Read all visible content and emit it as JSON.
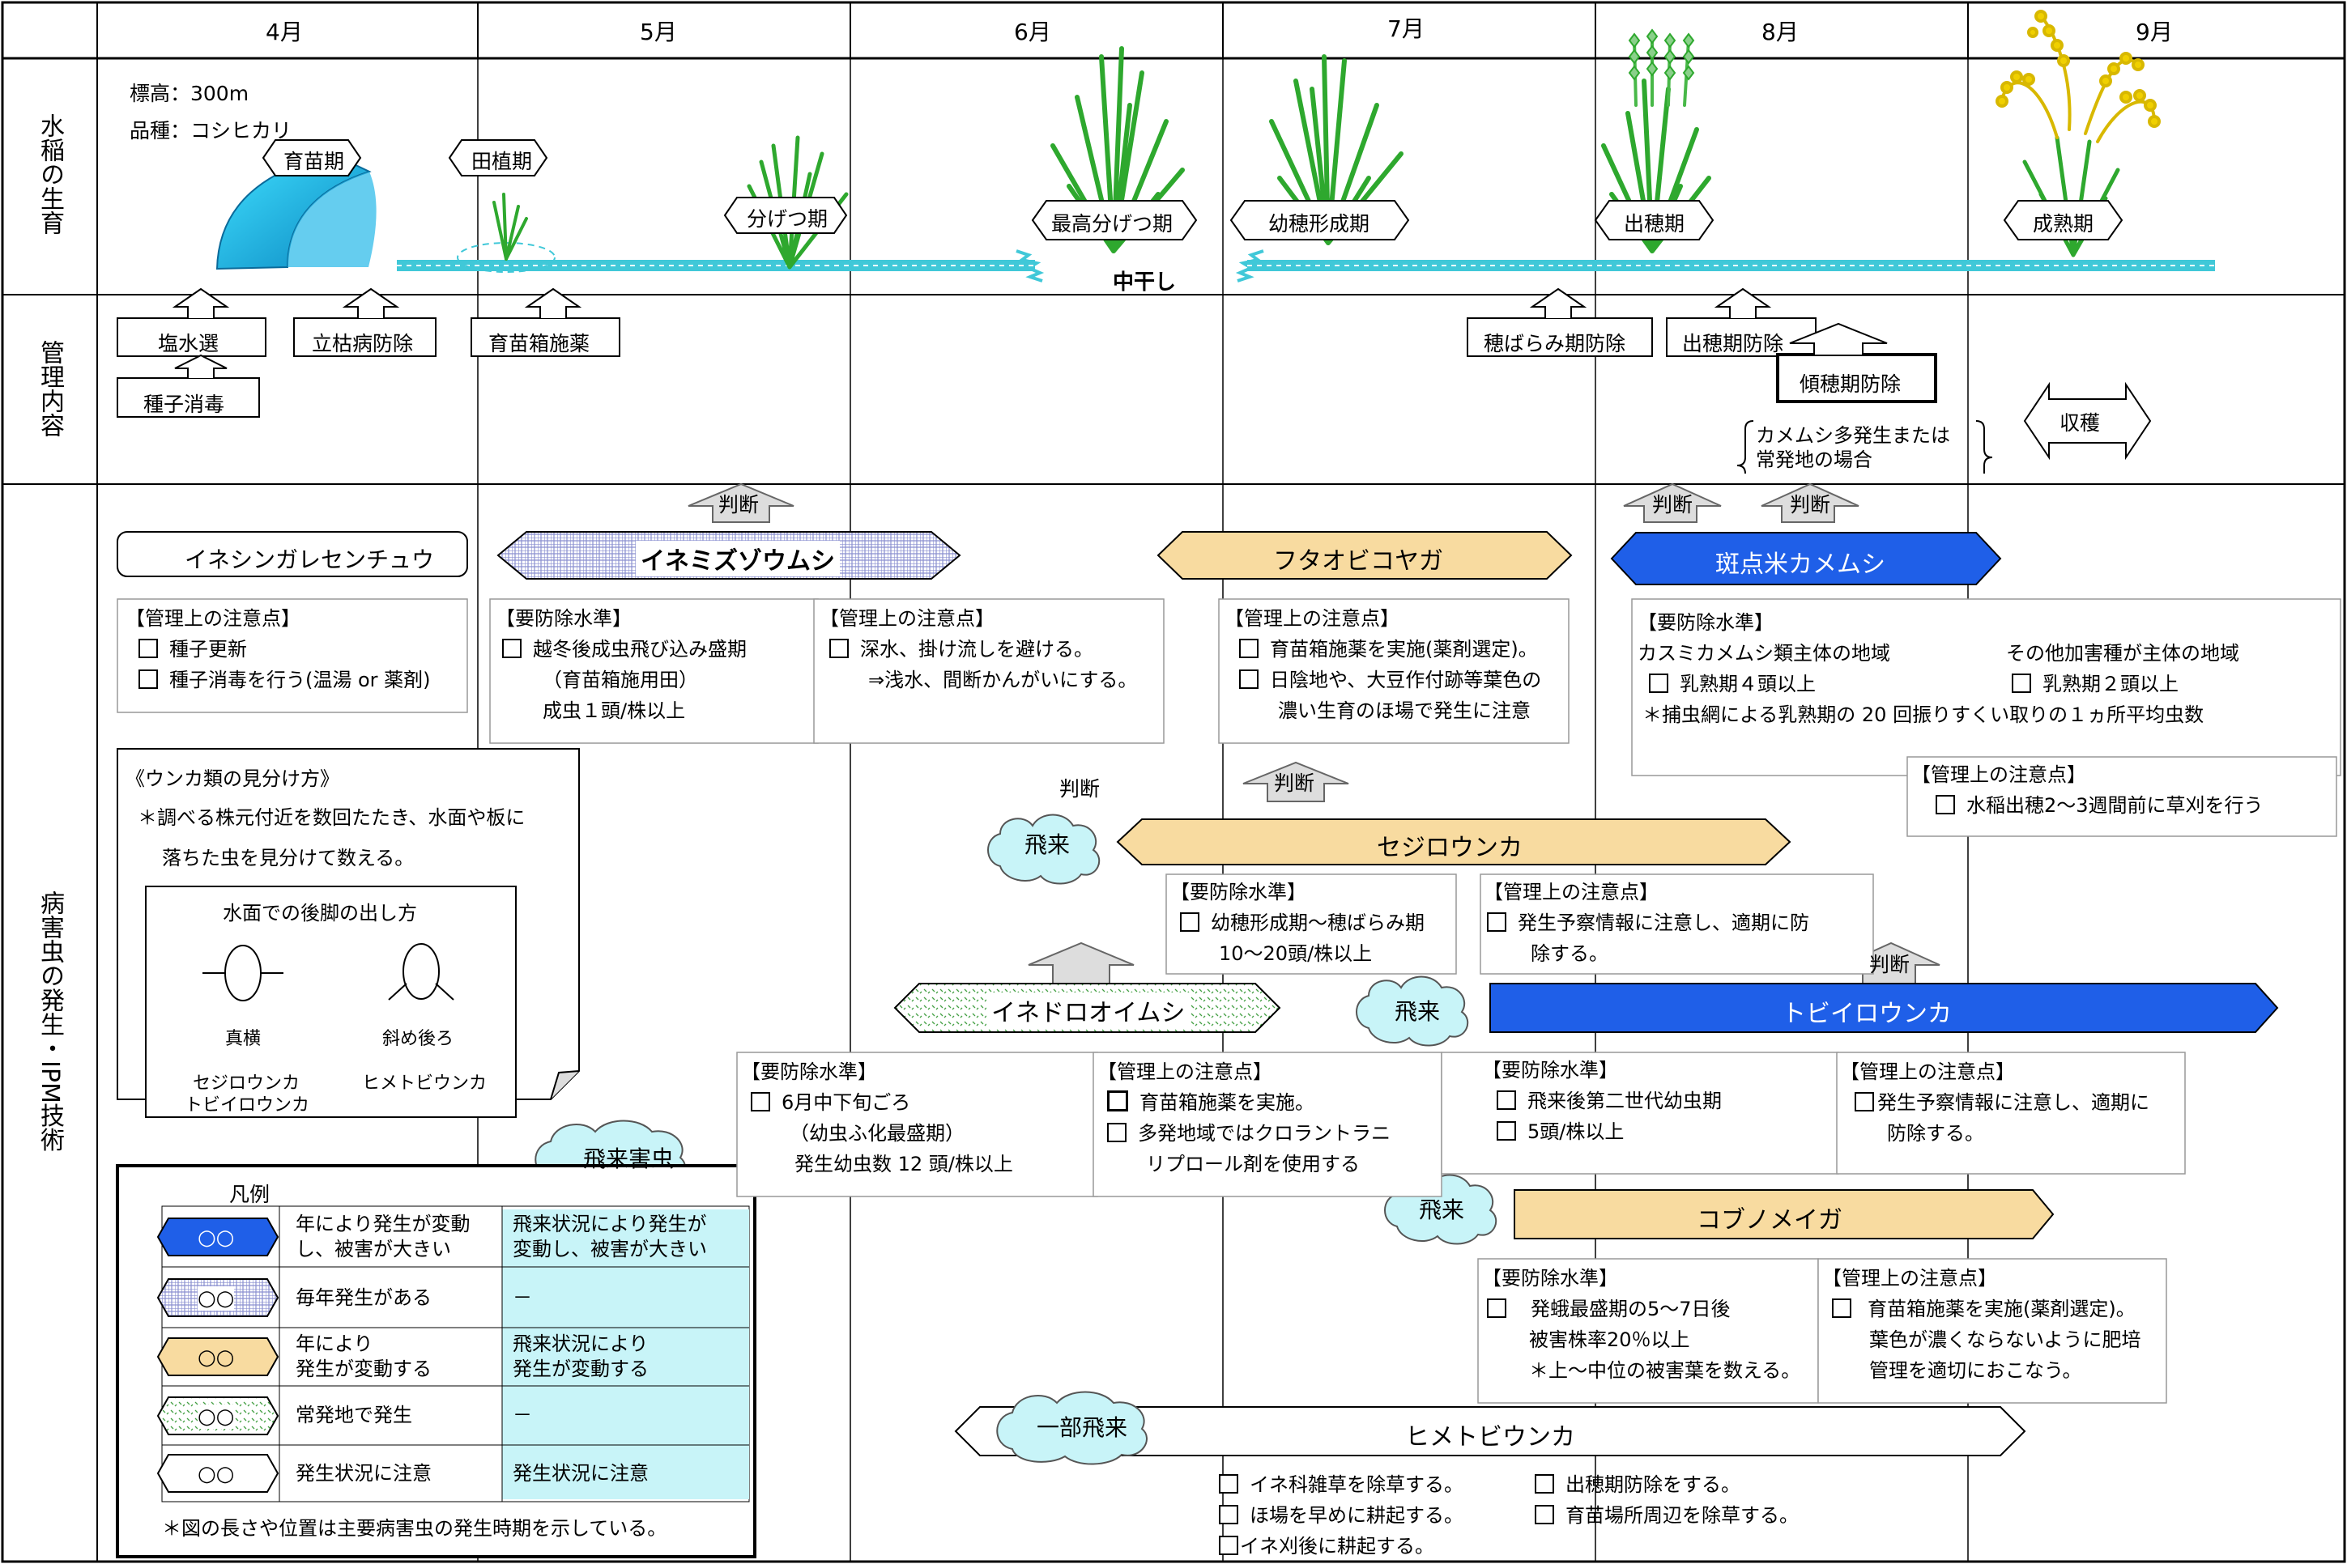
{
  "months": [
    "4月",
    "5月",
    "6月",
    "7月",
    "8月",
    "9月"
  ],
  "rows": {
    "growth": "水稲の生育",
    "management": "管理内容",
    "pest": "病害虫の発生・IPM技術"
  },
  "growth": {
    "elevation": "標高：300m",
    "variety": "品種：コシヒカリ",
    "stages": [
      "育苗期",
      "田植期",
      "分げつ期",
      "最高分げつ期",
      "幼穂形成期",
      "出穂期",
      "成熟期"
    ],
    "drain": "中干し"
  },
  "management": {
    "items": [
      "塩水選",
      "立枯病防除",
      "種子消毒",
      "育苗箱施薬",
      "穂ばらみ期防除",
      "出穂期防除",
      "傾穂期防除",
      "収穫"
    ],
    "stink_note": [
      "カメムシ多発生または",
      "常発地の場合"
    ]
  },
  "judge": "判断",
  "flying": "飛来",
  "pests": {
    "inegin": {
      "name": "イネシンガレセンチュウ",
      "title": "【管理上の注意点】",
      "lines": [
        "種子更新",
        "種子消毒を行う(温湯 or 薬剤)"
      ]
    },
    "inemizu": {
      "name": "イネミズゾウムシ",
      "std": {
        "title": "【要防除水準】",
        "lines": [
          "越冬後成虫飛び込み盛期",
          "（育苗箱施用田）",
          "成虫１頭/株以上"
        ]
      },
      "care": {
        "title": "【管理上の注意点】",
        "lines": [
          "深水、掛け流しを避ける。",
          "⇒浅水、間断かんがいにする。"
        ]
      }
    },
    "futao": {
      "name": "フタオビコヤガ",
      "title": "【管理上の注意点】",
      "lines": [
        "育苗箱施薬を実施(薬剤選定)。",
        "日陰地や、大豆作付跡等葉色の",
        "濃い生育のほ場で発生に注意"
      ]
    },
    "hantenmai": {
      "name": "斑点米カメムシ",
      "std": {
        "title": "【要防除水準】",
        "col1": "カスミカメムシ類主体の地域",
        "col2": "その他加害種が主体の地域",
        "lines1": "乳熟期４頭以上",
        "lines2": "乳熟期２頭以上",
        "note": "＊捕虫網による乳熟期の 20 回振りすくい取りの１ヵ所平均虫数"
      },
      "care": {
        "title": "【管理上の注意点】",
        "lines": [
          "水稲出穂2～3週間前に草刈を行う"
        ]
      }
    },
    "sejiro": {
      "name": "セジロウンカ",
      "std": {
        "title": "【要防除水準】",
        "lines": [
          "幼穂形成期～穂ばらみ期",
          "10～20頭/株以上"
        ]
      },
      "care": {
        "title": "【管理上の注意点】",
        "lines": [
          "発生予察情報に注意し、適期に防",
          "除する。"
        ]
      }
    },
    "inedoro": {
      "name": "イネドロオイムシ",
      "std": {
        "title": "【要防除水準】",
        "lines": [
          "6月中下旬ごろ",
          "（幼虫ふ化最盛期）",
          "発生幼虫数 12 頭/株以上"
        ]
      },
      "care": {
        "title": "【管理上の注意点】",
        "lines": [
          "育苗箱施薬を実施。",
          "多発地域ではクロラントラニ",
          "リプロール剤を使用する"
        ]
      }
    },
    "tobiiro": {
      "name": "トビイロウンカ",
      "std": {
        "title": "【要防除水準】",
        "lines": [
          "飛来後第二世代幼虫期",
          "5頭/株以上"
        ]
      },
      "care": {
        "title": "【管理上の注意点】",
        "lines": [
          "発生予察情報に注意し、適期に",
          "防除する。"
        ]
      }
    },
    "kobuno": {
      "name": "コブノメイガ",
      "std": {
        "title": "【要防除水準】",
        "lines": [
          "発蛾最盛期の5～7日後",
          "被害株率20％以上",
          "＊上～中位の被害葉を数える。"
        ]
      },
      "care": {
        "title": "【管理上の注意点】",
        "lines": [
          "育苗箱施薬を実施(薬剤選定)。",
          "葉色が濃くならないように肥培",
          "管理を適切におこなう。"
        ]
      }
    },
    "himetobi": {
      "name": "ヒメトビウンカ",
      "partial": "一部飛来",
      "lines": [
        "イネ科雑草を除草する。",
        "出穂期防除をする。",
        "ほ場を早めに耕起する。",
        "育苗場所周辺を除草する。",
        "イネ刈後に耕起する。"
      ]
    }
  },
  "unka": {
    "title": "《ウンカ類の見分け方》",
    "lines": [
      "＊調べる株元付近を数回たたき、水面や板に",
      "落ちた虫を見分けて数える。"
    ],
    "legs": "水面での後脚の出し方",
    "left": {
      "pose": "真横",
      "names": [
        "セジロウンカ",
        "トビイロウンカ"
      ]
    },
    "right": {
      "pose": "斜め後ろ",
      "names": [
        "ヒメトビウンカ"
      ]
    }
  },
  "legend": {
    "title": "凡例",
    "cloud": "飛来害虫",
    "symbol": "○○",
    "rows": [
      {
        "a": [
          "年により発生が変動",
          "し、被害が大きい"
        ],
        "b": [
          "飛来状況により発生が",
          "変動し、被害が大きい"
        ]
      },
      {
        "a": [
          "毎年発生がある"
        ],
        "b": [
          "－"
        ]
      },
      {
        "a": [
          "年により",
          "発生が変動する"
        ],
        "b": [
          "飛来状況により",
          "発生が変動する"
        ]
      },
      {
        "a": [
          "常発地で発生"
        ],
        "b": [
          "－"
        ]
      },
      {
        "a": [
          "発生状況に注意"
        ],
        "b": [
          "発生状況に注意"
        ]
      }
    ],
    "note": "＊図の長さや位置は主要病害虫の発生時期を示している。"
  },
  "colors": {
    "blue": "#1f5fe8",
    "tan": "#f8dba0",
    "cyan": "#c8f4f8",
    "water": "#40c8d8",
    "grass": "#2ea82e",
    "ripe": "#f0d000"
  }
}
